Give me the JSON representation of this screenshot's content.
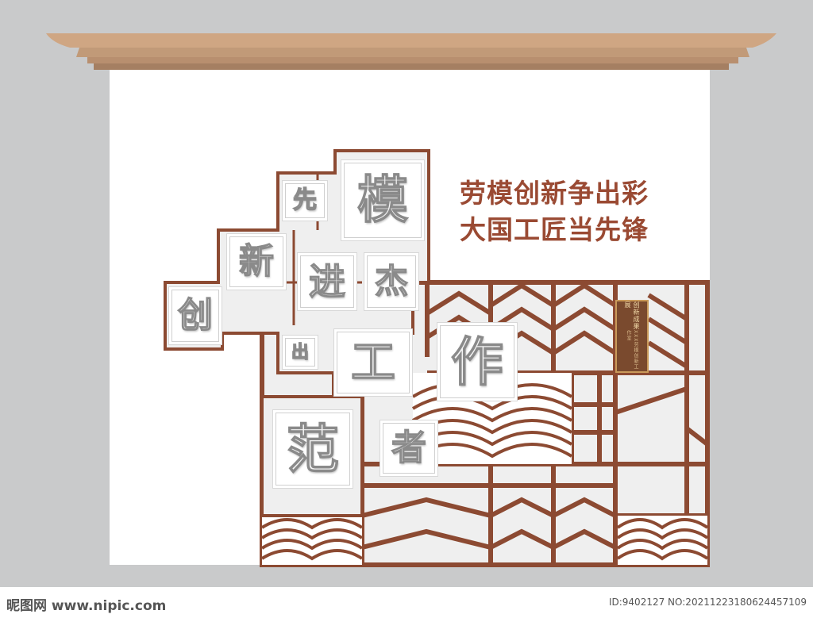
{
  "slogan": {
    "line1": "劳模创新争出彩",
    "line2": "大国工匠当先锋"
  },
  "tiles": [
    {
      "char": "模"
    },
    {
      "char": "先"
    },
    {
      "char": "新"
    },
    {
      "char": "进"
    },
    {
      "char": "杰"
    },
    {
      "char": "创"
    },
    {
      "char": "出"
    },
    {
      "char": "工"
    },
    {
      "char": "作"
    },
    {
      "char": "范"
    },
    {
      "char": "者"
    }
  ],
  "plaque": {
    "title": "创新成果展",
    "subtitle": "XXX劳模创新工作室"
  },
  "colors": {
    "wall": "#ffffff",
    "background": "#c9cacb",
    "lattice": "#8c4a32",
    "roof": "#c49a77",
    "slogan": "#9a4a33"
  },
  "watermark": {
    "logo": "昵图网 www.nipic.com",
    "id": "ID:9402127 NO:20211223180624457109"
  }
}
